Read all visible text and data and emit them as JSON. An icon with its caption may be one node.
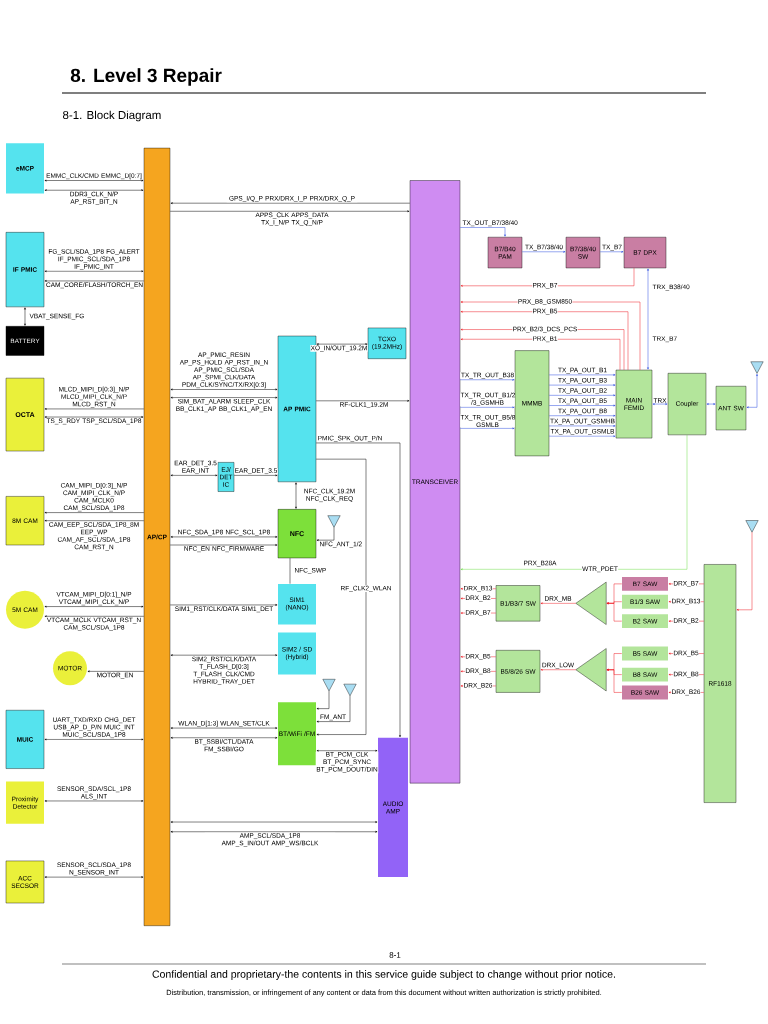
{
  "diagram": {
    "title": "8. Level 3 Repair",
    "nodes": [
      {
        "text": [
          "eMCP"
        ]
      },
      {
        "text": [
          "IF PMIC"
        ]
      },
      {
        "text": [
          "BATTERY"
        ]
      },
      {
        "text": [
          "OCTA"
        ]
      },
      {
        "text": [
          "8M CAM"
        ]
      },
      {
        "text": [
          "5M CAM"
        ]
      },
      {
        "text": [
          "MOTOR"
        ]
      },
      {
        "text": [
          "MUIC"
        ]
      },
      {
        "text": [
          "Proximity Detector"
        ]
      },
      {
        "text": [
          "ACC SECSOR"
        ]
      },
      {
        "text": [
          "AP/CP"
        ]
      },
      {
        "text": [
          "AP PMIC"
        ]
      },
      {
        "text": [
          "EJ/ DET IC"
        ]
      },
      {
        "text": [
          "TCXO (19.2MHz)"
        ]
      },
      {
        "text": [
          "NFC"
        ]
      },
      {
        "text": [
          "SIM1 (NANO)"
        ]
      },
      {
        "text": [
          "SIM2 / SD (Hybrid)"
        ]
      },
      {
        "text": [
          "BT/WiFi /FM"
        ]
      },
      {
        "text": [
          "AUDIO AMP"
        ]
      },
      {
        "text": [
          "TRANSCEIVER"
        ]
      },
      {
        "text": [
          "B7/B40 PAM"
        ]
      },
      {
        "text": [
          "B7/38/40 SW"
        ]
      },
      {
        "text": [
          "B7 DPX"
        ]
      },
      {
        "text": [
          "MMMB"
        ]
      },
      {
        "text": [
          "MAIN FEMID"
        ]
      },
      {
        "text": [
          "Coupler"
        ]
      },
      {
        "text": [
          "ANT SW"
        ]
      },
      {
        "text": [
          "B1/B3/7 SW"
        ]
      },
      {
        "text": [
          "B5/8/26 SW"
        ]
      },
      {
        "text": [],
        "shape": "triangle"
      },
      {
        "text": [],
        "shape": "triangle"
      },
      {
        "text": [
          "B7 SAW"
        ]
      },
      {
        "text": [
          "B1/3 SAW"
        ]
      },
      {
        "text": [
          "B2 SAW"
        ]
      },
      {
        "text": [
          "B5 SAW"
        ]
      },
      {
        "text": [
          "B8 SAW"
        ]
      },
      {
        "text": [
          "B26 SAW"
        ]
      },
      {
        "text": [
          "RF1618"
        ]
      },
      {
        "text": [],
        "shape": "antenna"
      },
      {
        "text": [],
        "shape": "antenna"
      },
      {
        "text": [],
        "shape": "antenna"
      },
      {
        "text": [],
        "shape": "antenna"
      },
      {
        "text": [],
        "shape": "antenna"
      }
    ],
    "edges": [
      {
        "from": 10,
        "to": 0,
        "arrow": "both",
        "label": "EMMC_CLK/CMD EMMC_D[0:7]"
      },
      {
        "from": 10,
        "to": 0,
        "arrow": "both",
        "label": "DDR3_CLK_N/P AP_RST_BIT_N"
      },
      {
        "from": 10,
        "to": 1,
        "arrow": "both",
        "label": "FG_SCL/SDA_1P8 FG_ALERT IF_PMIC_SCL/SDA_1P8 IF_PMIC_INT"
      },
      {
        "from": 10,
        "to": 1,
        "arrow": "to",
        "label": "CAM_CORE/FLASH/TORCH_EN"
      },
      {
        "from": 1,
        "to": 2,
        "arrow": "both",
        "label": "VBAT_SENSE_FG"
      },
      {
        "from": 10,
        "to": 3,
        "arrow": "to",
        "label": "MLCD_MIPI_D[0:3]_N/P MLCD_MIPI_CLK_N/P MLCD_RST_N"
      },
      {
        "from": 10,
        "to": 3,
        "arrow": "both",
        "label": "TS_S_RDY TSP_SCL/SDA_1P8"
      },
      {
        "from": 10,
        "to": 4,
        "arrow": "to",
        "label": "CAM_MIPI_D[0:3]_N/P CAM_MIPI_CLK_N/P CAM_MCLK0 CAM_SCL/SDA_1P8"
      },
      {
        "from": 10,
        "to": 4,
        "arrow": "to",
        "label": "CAM_EEP_SCL/SDA_1P8_8M EEP_WP CAM_AF_SCL/SDA_1P8 CAM_RST_N"
      },
      {
        "from": 10,
        "to": 5,
        "arrow": "both",
        "label": "VTCAM_MIPI_D[0:1]_N/P VTCAM_MIPI_CLK_N/P"
      },
      {
        "from": 10,
        "to": 5,
        "arrow": "to",
        "label": "VTCAM_MCLK VTCAM_RST_N CAM_SCL/SDA_1P8"
      },
      {
        "from": 10,
        "to": 6,
        "arrow": "to",
        "label": "MOTOR_EN"
      },
      {
        "from": 10,
        "to": 7,
        "arrow": "both",
        "label": "UART_TXD/RXD CHG_DET USB_AP_D_P/N MUIC_INT MUIC_SCL/SDA_1P8"
      },
      {
        "from": 10,
        "to": 8,
        "arrow": "both",
        "label": "SENSOR_SDA/SCL_1P8 ALS_INT"
      },
      {
        "from": 10,
        "to": 9,
        "arrow": "both",
        "label": "SENSOR_SCL/SDA_1P8 N_SENSOR_INT"
      },
      {
        "from": 19,
        "to": 10,
        "arrow": "to",
        "label": "GPS_I/Q_P PRX/DRX_I_P PRX/DRX_Q_P"
      },
      {
        "from": 10,
        "to": 19,
        "arrow": "to",
        "label": "APPS_CLK APPS_DATA TX_I_N/P TX_Q_N/P"
      },
      {
        "from": 10,
        "to": 11,
        "arrow": "both",
        "label": "AP_PMIC_RESIN AP_PS_HOLD AP_RST_IN_N AP_PMIC_SCL/SDA AP_SPMI_CLK/DATA PDM_CLK/SYNC/TX/RX[0:3]"
      },
      {
        "from": 10,
        "to": 11,
        "arrow": "both",
        "label": "SIM_BAT_ALARM SLEEP_CLK BB_CLK1_AP BB_CLK1_AP_EN"
      },
      {
        "from": 10,
        "to": 12,
        "arrow": "both",
        "label": "EAR_DET_3.5 EAR_INT"
      },
      {
        "from": 12,
        "to": 11,
        "arrow": "to",
        "label": "EAR_DET_3.5"
      },
      {
        "from": 11,
        "to": 13,
        "arrow": "both",
        "label": "XO_IN/OUT_19.2M"
      },
      {
        "from": 11,
        "to": 19,
        "arrow": "to",
        "label": "RF-CLK1_19.2M"
      },
      {
        "from": 11,
        "to": 18,
        "arrow": "to",
        "label": "PMIC_SPK_OUT_P/N"
      },
      {
        "from": 11,
        "to": 17,
        "arrow": "to",
        "label": "RF_CLK2_WLAN"
      },
      {
        "from": 11,
        "to": 14,
        "arrow": "both",
        "label": "NFC_CLK_19.2M NFC_CLK_REQ"
      },
      {
        "from": 10,
        "to": 14,
        "arrow": "both",
        "label": "NFC_SDA_1P8 NFC_SCL_1P8"
      },
      {
        "from": 10,
        "to": 14,
        "arrow": "to",
        "label": "NFC_EN NFC_FIRMWARE"
      },
      {
        "from": 40,
        "to": 14,
        "arrow": "to",
        "label": "NFC_ANT_1/2"
      },
      {
        "from": 14,
        "to": 15,
        "arrow": "none",
        "label": "NFC_SWP"
      },
      {
        "from": 10,
        "to": 15,
        "arrow": "to",
        "label": "SIM1_RST/CLK/DATA SIM1_DET"
      },
      {
        "from": 10,
        "to": 16,
        "arrow": "both",
        "label": "SIM2_RST/CLK/DATA T_FLASH_D[0:3] T_FLASH_CLK/CMD HYBRID_TRAY_DET"
      },
      {
        "from": 10,
        "to": 17,
        "arrow": "both",
        "label": "WLAN_D[1:3] WLAN_SET/CLK"
      },
      {
        "from": 10,
        "to": 17,
        "arrow": "both",
        "label": "BT_SSBI/CTL/DATA FM_SSBI/GO"
      },
      {
        "from": 41,
        "to": 17,
        "arrow": "to"
      },
      {
        "from": 42,
        "to": 17,
        "arrow": "to",
        "label": "FM_ANT"
      },
      {
        "from": 17,
        "to": 18,
        "arrow": "both",
        "label": "BT_PCM_CLK BT_PCM_SYNC BT_PCM_DOUT/DIN"
      },
      {
        "from": 10,
        "to": 18,
        "arrow": "both"
      },
      {
        "from": 10,
        "to": 18,
        "arrow": "both",
        "label": "AMP_SCL/SDA_1P8 AMP_S_IN/OUT AMP_WS/BCLK"
      },
      {
        "from": 19,
        "to": 20,
        "arrow": "to",
        "label": "TX_OUT_B7/38/40",
        "color": "#2f4fe0"
      },
      {
        "from": 20,
        "to": 21,
        "arrow": "to",
        "label": "TX_B7/38/40",
        "color": "#2f4fe0"
      },
      {
        "from": 21,
        "to": 22,
        "arrow": "to",
        "label": "TX_B7",
        "color": "#2f4fe0"
      },
      {
        "from": 22,
        "to": 19,
        "arrow": "to",
        "label": "PRX_B7",
        "color": "#ee1c24"
      },
      {
        "from": 22,
        "to": 24,
        "arrow": "both",
        "label": "TRX_B7",
        "color": "#2f4fe0"
      },
      {
        "from": 24,
        "to": 19,
        "arrow": "to",
        "label": "PRX_B8_GSM850",
        "color": "#ee1c24"
      },
      {
        "from": 24,
        "to": 19,
        "arrow": "to",
        "label": "PRX_B5",
        "color": "#ee1c24"
      },
      {
        "from": 24,
        "to": 19,
        "arrow": "to",
        "label": "PRX_B2/3_DCS_PCS",
        "color": "#ee1c24"
      },
      {
        "from": 24,
        "to": 19,
        "arrow": "to",
        "label": "PRX_B1",
        "color": "#ee1c24"
      },
      {
        "from": 19,
        "to": 23,
        "arrow": "to",
        "label": "TX_TR_OUT_B38",
        "color": "#2f4fe0"
      },
      {
        "from": 19,
        "to": 23,
        "arrow": "to",
        "label": "TX_TR_OUT_B1/2 /3_GSMHB",
        "color": "#2f4fe0"
      },
      {
        "from": 19,
        "to": 23,
        "arrow": "to",
        "label": "TX_TR_OUT_B5/8 GSMLB",
        "color": "#2f4fe0"
      },
      {
        "from": 23,
        "to": 24,
        "arrow": "to",
        "label": "TX_PA_OUT_B1",
        "color": "#2f4fe0"
      },
      {
        "from": 23,
        "to": 24,
        "arrow": "to",
        "label": "TX_PA_OUT_B3",
        "color": "#2f4fe0"
      },
      {
        "from": 23,
        "to": 24,
        "arrow": "to",
        "label": "TX_PA_OUT_B2",
        "color": "#2f4fe0"
      },
      {
        "from": 23,
        "to": 24,
        "arrow": "to",
        "label": "TX_PA_OUT_B5",
        "color": "#2f4fe0"
      },
      {
        "from": 23,
        "to": 24,
        "arrow": "to",
        "label": "TX_PA_OUT_B8",
        "color": "#2f4fe0"
      },
      {
        "from": 23,
        "to": 24,
        "arrow": "to",
        "label": "TX_PA_OUT_GSMHB",
        "color": "#2f4fe0"
      },
      {
        "from": 23,
        "to": 24,
        "arrow": "to",
        "label": "TX_PA_OUT_GSMLB",
        "color": "#2f4fe0"
      },
      {
        "from": 24,
        "to": 25,
        "arrow": "both",
        "label": "TRX",
        "color": "#2f4fe0"
      },
      {
        "from": 25,
        "to": 26,
        "arrow": "both",
        "color": "#2f4fe0"
      },
      {
        "from": 26,
        "to": 38,
        "arrow": "both",
        "color": "#2f4fe0"
      },
      {
        "from": 25,
        "to": 19,
        "arrow": "to",
        "label": "WTR_PDET",
        "color": "#6edc4a"
      },
      {
        "from": 39,
        "to": 37,
        "arrow": "to",
        "color": "#ee1c24"
      },
      {
        "from": 37,
        "to": 31,
        "arrow": "to",
        "label": "DRX_B7",
        "color": "#ee1c24"
      },
      {
        "from": 37,
        "to": 32,
        "arrow": "to",
        "label": "DRX_B13",
        "color": "#ee1c24"
      },
      {
        "from": 37,
        "to": 33,
        "arrow": "to",
        "label": "DRX_B2",
        "color": "#ee1c24"
      },
      {
        "from": 37,
        "to": 34,
        "arrow": "to",
        "label": "DRX_B5",
        "color": "#ee1c24"
      },
      {
        "from": 37,
        "to": 35,
        "arrow": "to",
        "label": "DRX_B8",
        "color": "#ee1c24"
      },
      {
        "from": 37,
        "to": 36,
        "arrow": "to",
        "label": "DRX_B26",
        "color": "#ee1c24"
      },
      {
        "from": 31,
        "to": 29,
        "arrow": "to",
        "color": "#ee1c24"
      },
      {
        "from": 32,
        "to": 29,
        "arrow": "to",
        "color": "#ee1c24"
      },
      {
        "from": 33,
        "to": 29,
        "arrow": "to",
        "color": "#ee1c24"
      },
      {
        "from": 29,
        "to": 27,
        "arrow": "to",
        "label": "DRX_MB",
        "color": "#ee1c24"
      },
      {
        "from": 27,
        "to": 19,
        "arrow": "to",
        "label": "DRX_B13",
        "color": "#ee1c24"
      },
      {
        "from": 27,
        "to": 19,
        "arrow": "to",
        "label": "DRX_B2",
        "color": "#ee1c24"
      },
      {
        "from": 27,
        "to": 19,
        "arrow": "to",
        "label": "DRX_B7",
        "color": "#ee1c24"
      },
      {
        "from": 34,
        "to": 30,
        "arrow": "to",
        "color": "#ee1c24"
      },
      {
        "from": 35,
        "to": 30,
        "arrow": "to",
        "color": "#ee1c24"
      },
      {
        "from": 36,
        "to": 30,
        "arrow": "to",
        "color": "#ee1c24"
      },
      {
        "from": 30,
        "to": 28,
        "arrow": "to",
        "label": "DRX_LOW",
        "color": "#ee1c24"
      },
      {
        "from": 28,
        "to": 19,
        "arrow": "to",
        "label": "DRX_B5",
        "color": "#ee1c24"
      },
      {
        "from": 28,
        "to": 19,
        "arrow": "to",
        "label": "DRX_B8",
        "color": "#ee1c24"
      },
      {
        "from": 28,
        "to": 19,
        "arrow": "to",
        "label": "DRX_B26",
        "color": "#ee1c24"
      }
    ],
    "labels": [
      "8-1. Block Diagram",
      "TRX_B38/40",
      "PRX_B28A",
      "8-1",
      "Confidential and proprietary-the contents in this service guide subject to change without prior notice.",
      "Distribution, transmission, or infringement of any content or data from this document without written authorization is strictly prohibited."
    ]
  }
}
